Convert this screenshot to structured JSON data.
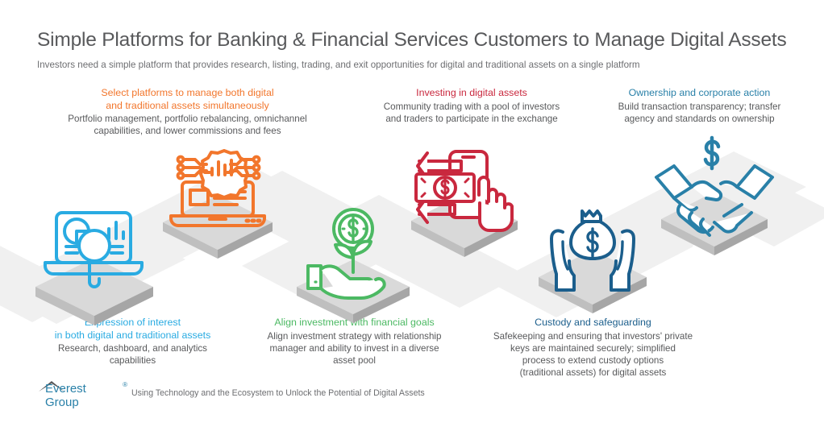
{
  "header": {
    "title": "Simple Platforms for Banking & Financial Services Customers to Manage Digital Assets",
    "subtitle": "Investors need a simple platform that provides research, listing, trading, and exit opportunities for digital and traditional assets on a single platform"
  },
  "colors": {
    "orange": "#F2762C",
    "red": "#C9283E",
    "light_blue": "#29ABE2",
    "steel_blue": "#2980A8",
    "dark_blue": "#1B5E8C",
    "green": "#4CB963",
    "body_text": "#58595b",
    "title_text": "#58595b",
    "platform_top": "#D9D9D9",
    "platform_side": "#A6A6A6",
    "ribbon": "#F0F0F0"
  },
  "blocks": [
    {
      "id": "expression-of-interest",
      "color": "#29ABE2",
      "heading": [
        "Expression of interest",
        "in both digital and traditional assets"
      ],
      "body": [
        "Research, dashboard, and analytics",
        "capabilities"
      ]
    },
    {
      "id": "select-platforms",
      "color": "#F2762C",
      "heading": [
        "Select platforms to manage both digital",
        "and traditional assets simultaneously"
      ],
      "body": [
        "Portfolio management, portfolio rebalancing, omnichannel",
        "capabilities, and lower commissions and fees"
      ]
    },
    {
      "id": "align-investment",
      "color": "#4CB963",
      "heading": [
        "Align investment with financial goals"
      ],
      "body": [
        "Align investment strategy with relationship",
        "manager and ability to invest in a diverse",
        "asset pool"
      ]
    },
    {
      "id": "investing-in-digital-assets",
      "color": "#C9283E",
      "heading": [
        "Investing in digital assets"
      ],
      "body": [
        "Community trading with a pool of investors",
        "and traders to participate in the exchange"
      ]
    },
    {
      "id": "custody-and-safeguarding",
      "color": "#1B5E8C",
      "heading": [
        "Custody and safeguarding"
      ],
      "body": [
        "Safekeeping and ensuring that investors' private",
        "keys are maintained securely; simplified",
        "process to extend custody options",
        "(traditional assets) for digital assets"
      ]
    },
    {
      "id": "ownership-and-corporate-action",
      "color": "#2980A8",
      "heading": [
        "Ownership and corporate action"
      ],
      "body": [
        "Build transaction transparency; transfer",
        "agency and standards on ownership"
      ]
    }
  ],
  "icons": [
    {
      "id": "laptop-analytics-icon",
      "label": "laptop with charts and magnifying glass",
      "color": "#29ABE2"
    },
    {
      "id": "laptop-gear-icon",
      "label": "laptop with gear and network nodes",
      "color": "#F2762C"
    },
    {
      "id": "hand-money-plant-icon",
      "label": "hand holding money plant",
      "color": "#4CB963"
    },
    {
      "id": "mobile-trading-icon",
      "label": "mobile phone with banknote and pointing hand",
      "color": "#C9283E"
    },
    {
      "id": "hands-money-bag-icon",
      "label": "hands cradling money bag",
      "color": "#1B5E8C"
    },
    {
      "id": "handshake-dollar-icon",
      "label": "handshake with dollar sign",
      "color": "#2980A8"
    }
  ],
  "footer": {
    "brand": "Everest Group",
    "registered_mark": "®",
    "tagline": "Using Technology and the Ecosystem to Unlock the Potential of Digital Assets",
    "brand_color": "#2980A8"
  }
}
